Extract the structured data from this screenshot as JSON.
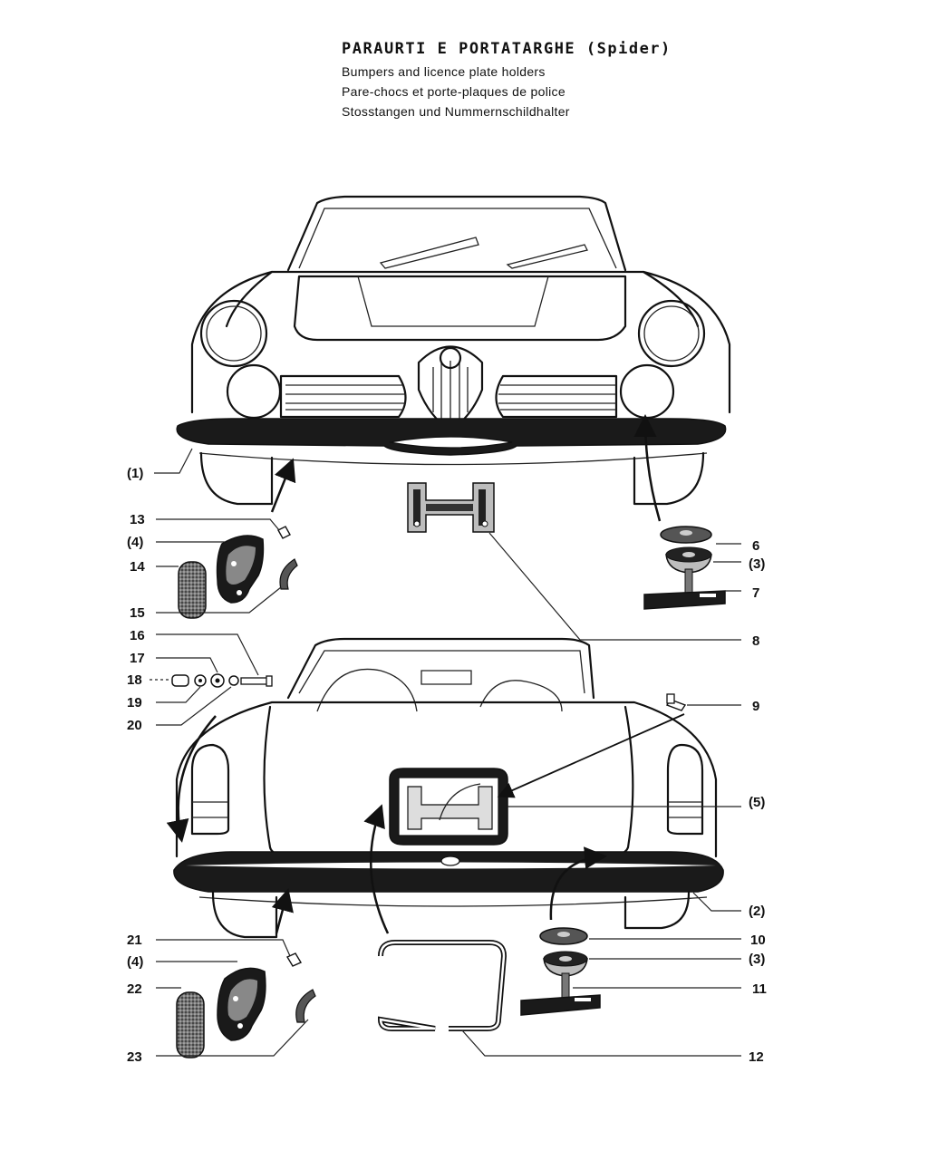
{
  "header": {
    "title": "PARAURTI E PORTATARGHE (Spider)",
    "lines": [
      "Bumpers and licence plate holders",
      "Pare-chocs et porte-plaques de police",
      "Stosstangen und Nummernschildhalter"
    ]
  },
  "callouts": [
    {
      "id": "c1",
      "text": "(1)"
    },
    {
      "id": "c13",
      "text": "13"
    },
    {
      "id": "c4a",
      "text": "(4)"
    },
    {
      "id": "c14",
      "text": "14"
    },
    {
      "id": "c15",
      "text": "15"
    },
    {
      "id": "c16",
      "text": "16"
    },
    {
      "id": "c17",
      "text": "17"
    },
    {
      "id": "c18",
      "text": "18"
    },
    {
      "id": "c19",
      "text": "19"
    },
    {
      "id": "c20",
      "text": "20"
    },
    {
      "id": "c6",
      "text": "6"
    },
    {
      "id": "c3a",
      "text": "(3)"
    },
    {
      "id": "c7",
      "text": "7"
    },
    {
      "id": "c8",
      "text": "8"
    },
    {
      "id": "c9",
      "text": "9"
    },
    {
      "id": "c5",
      "text": "(5)"
    },
    {
      "id": "c2",
      "text": "(2)"
    },
    {
      "id": "c10",
      "text": "10"
    },
    {
      "id": "c3b",
      "text": "(3)"
    },
    {
      "id": "c11",
      "text": "11"
    },
    {
      "id": "c12",
      "text": "12"
    },
    {
      "id": "c21",
      "text": "21"
    },
    {
      "id": "c4b",
      "text": "(4)"
    },
    {
      "id": "c22",
      "text": "22"
    },
    {
      "id": "c23",
      "text": "23"
    }
  ]
}
